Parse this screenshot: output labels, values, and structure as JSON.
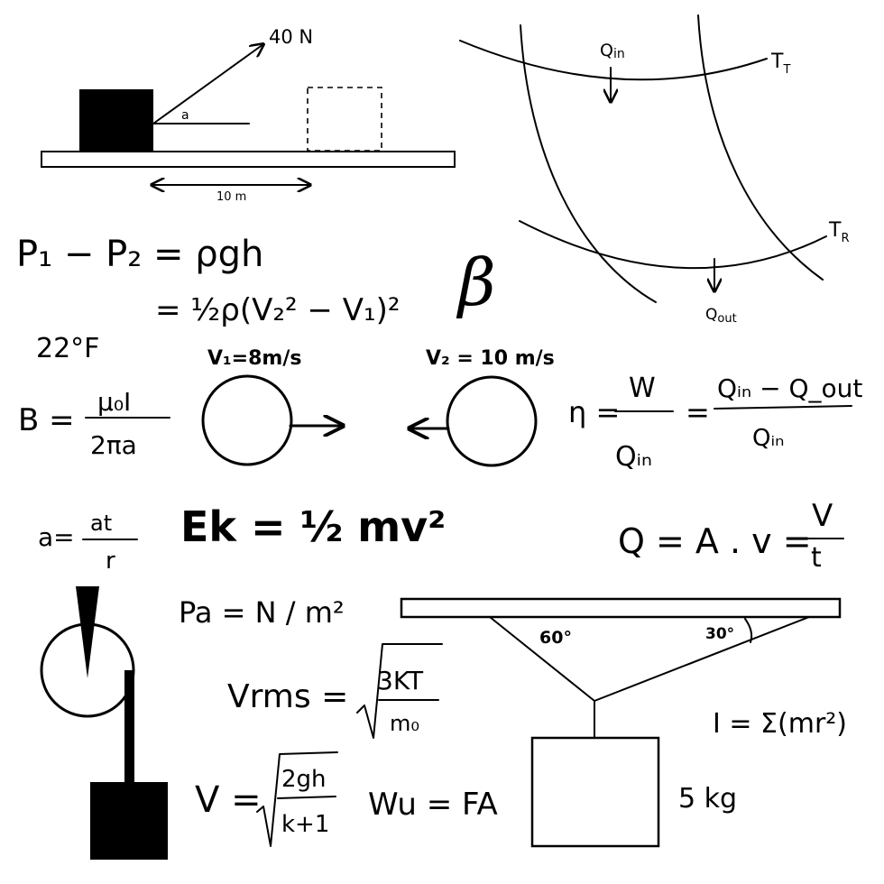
{
  "ink_color": "#000000",
  "background_color": "#ffffff",
  "block_on_surface": {
    "force_label": "40 N",
    "angle_label": "a",
    "distance_label": "10 m"
  },
  "heat_engine_curves": {
    "hot_reservoir_label": "T",
    "hot_reservoir_sub": "T",
    "cold_reservoir_label": "T",
    "cold_reservoir_sub": "R",
    "heat_in_label": "Q",
    "heat_in_sub": "in",
    "heat_out_label": "Q",
    "heat_out_sub": "out"
  },
  "formulas": {
    "bernoulli_line1": "P₁ − P₂ = ρgh",
    "bernoulli_line2": "= ½ρ(V₂² − V₁)²",
    "beta_symbol": "β",
    "temperature": "22°F",
    "magnetic_field_lhs": "B =",
    "magnetic_field_num": "μ₀I",
    "magnetic_field_den": "2πa",
    "efficiency_lhs": "η =",
    "efficiency_num1": "W",
    "efficiency_den1": "Qᵢₙ",
    "efficiency_eq": "=",
    "efficiency_num2": "Qᵢₙ − Q_out",
    "efficiency_den2": "Qᵢₙ",
    "accel_lhs": "a=",
    "accel_num": "at",
    "accel_den": "r",
    "kinetic_energy": "Ek = ½ mv²",
    "flow_rate_lhs": "Q = A . v =",
    "flow_rate_num": "V",
    "flow_rate_den": "t",
    "pascal": "Pa = N / m²",
    "vrms_lhs": "Vrms =",
    "vrms_num": "3KT",
    "vrms_den": "m₀",
    "velocity_lhs": "V =",
    "velocity_num": "2gh",
    "velocity_den": "k+1",
    "work": "Wu = FA",
    "inertia": "I = Σ(mr²)"
  },
  "collision": {
    "v1_label": "V₁=8m/s",
    "v2_label": "V₂ = 10 m/s"
  },
  "hanging_mass": {
    "angle_left": "60°",
    "angle_right": "30°",
    "mass_label": "5 kg"
  }
}
